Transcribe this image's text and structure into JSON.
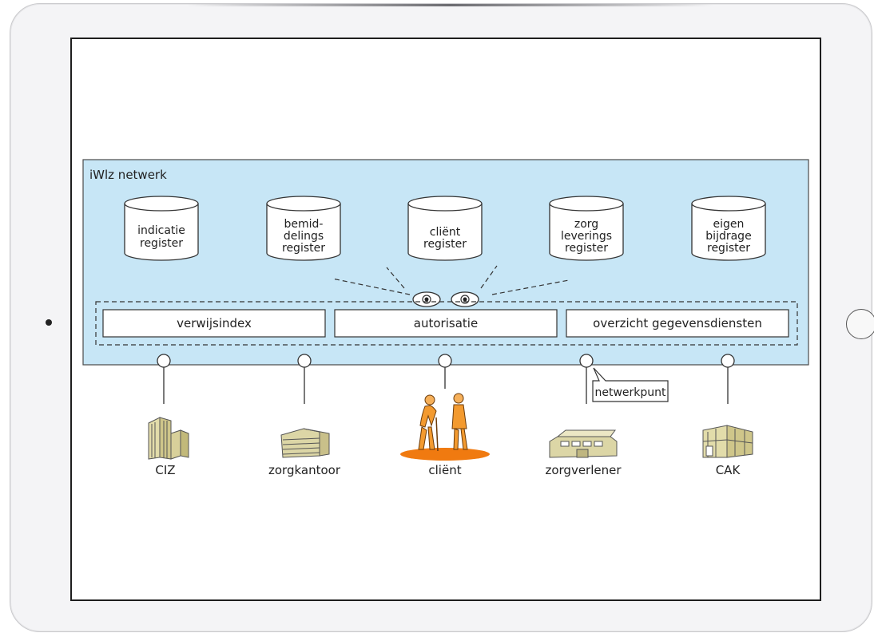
{
  "network": {
    "title": "iWlz netwerk",
    "registers": [
      {
        "lines": [
          "indicatie",
          "register"
        ]
      },
      {
        "lines": [
          "bemid-",
          "delings",
          "register"
        ]
      },
      {
        "lines": [
          "cliënt",
          "register"
        ]
      },
      {
        "lines": [
          "zorg",
          "leverings",
          "register"
        ]
      },
      {
        "lines": [
          "eigen",
          "bijdrage",
          "register"
        ]
      }
    ],
    "services": [
      "verwijsindex",
      "autorisatie",
      "overzicht gegevensdiensten"
    ],
    "callout": "netwerkpunt"
  },
  "parties": [
    "CIZ",
    "zorgkantoor",
    "cliënt",
    "zorgverlener",
    "CAK"
  ],
  "colors": {
    "network_fill": "#c7e6f6",
    "network_border": "#4a4a4a",
    "client_accent": "#f39a2f",
    "client_floor": "#f07a10"
  }
}
